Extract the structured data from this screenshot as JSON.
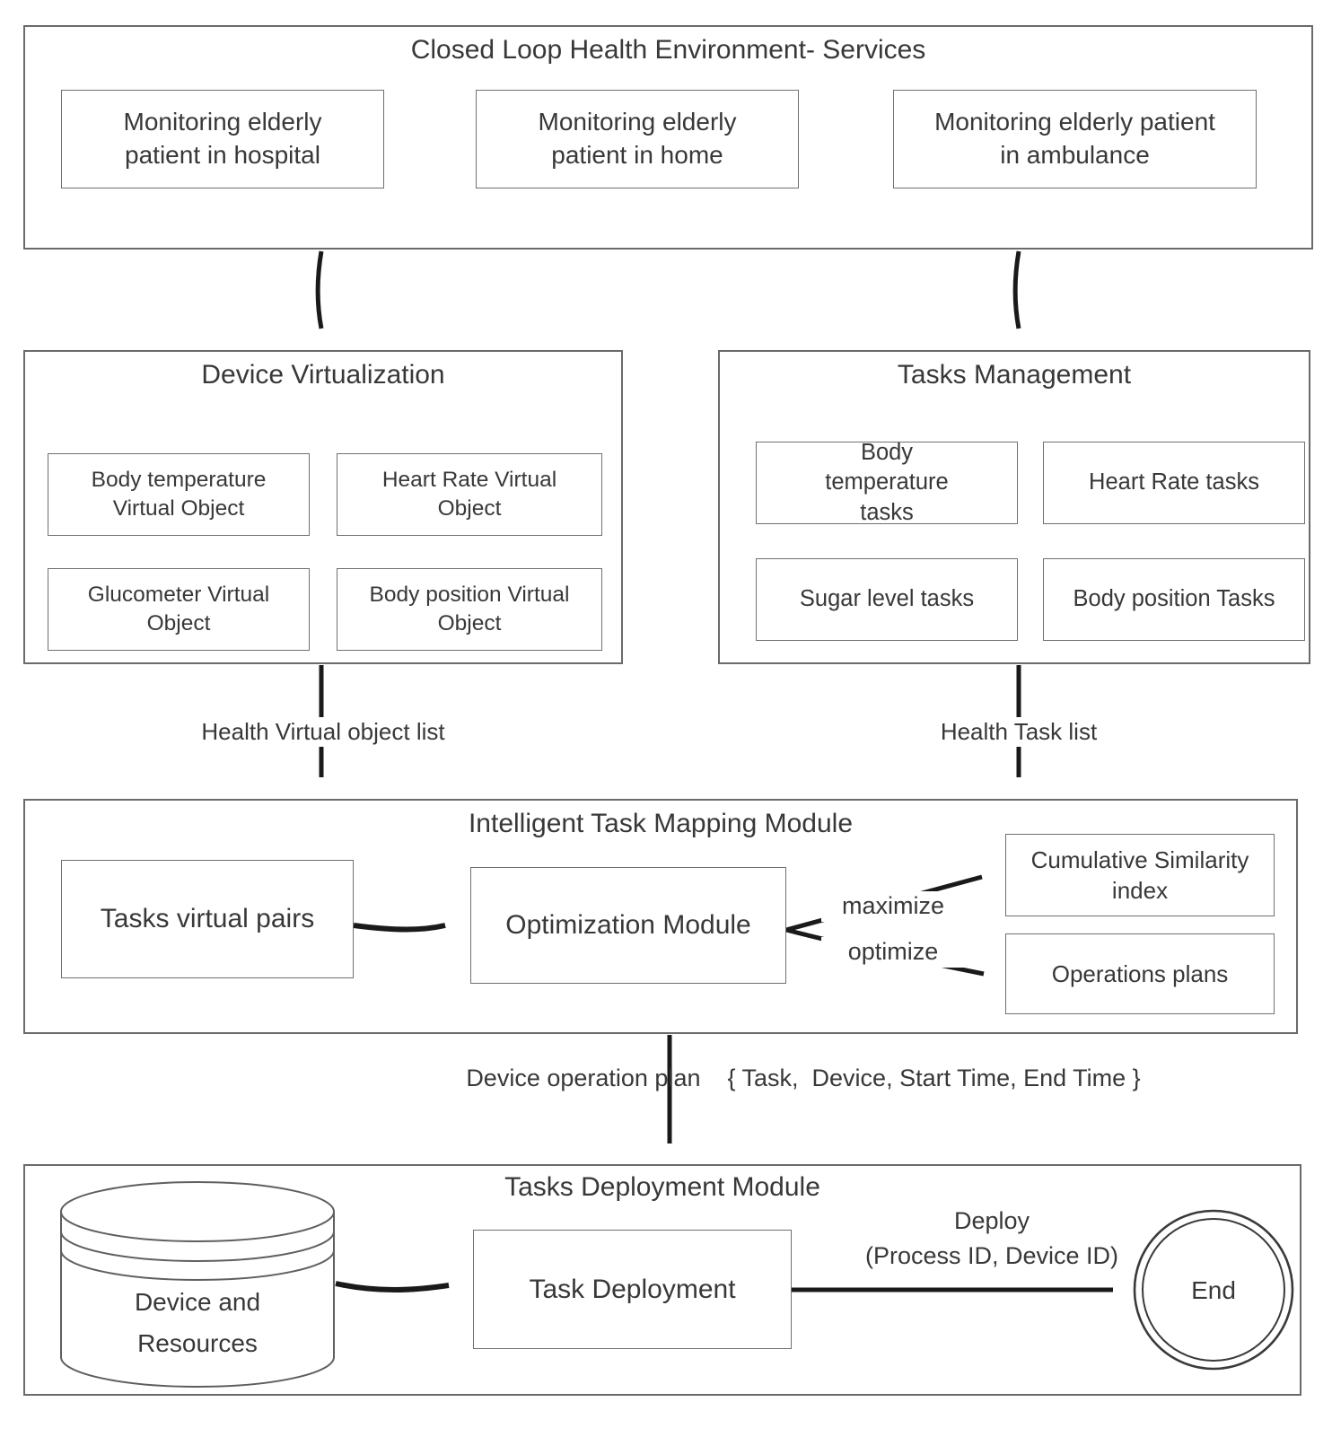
{
  "colors": {
    "background": "#ffffff",
    "arrow_line": "#1a1a1a",
    "box_border": "#6a6a6a",
    "text": "#383838"
  },
  "closed_loop": {
    "title": "Closed Loop Health Environment- Services",
    "services": [
      {
        "label": "Monitoring elderly patient in hospital"
      },
      {
        "label": "Monitoring elderly patient in home"
      },
      {
        "label": "Monitoring elderly patient in ambulance"
      }
    ]
  },
  "device_virtualization": {
    "title": "Device Virtualization",
    "objects": [
      {
        "label": "Body temperature Virtual Object"
      },
      {
        "label": "Heart Rate Virtual Object"
      },
      {
        "label": "Glucometer Virtual Object"
      },
      {
        "label": "Body position Virtual Object"
      }
    ],
    "output_label": "Health Virtual object list"
  },
  "tasks_management": {
    "title": "Tasks Management",
    "tasks": [
      {
        "label": "Body temperature tasks"
      },
      {
        "label": "Heart Rate tasks"
      },
      {
        "label": "Sugar level tasks"
      },
      {
        "label": "Body position Tasks"
      }
    ],
    "output_label": "Health Task list"
  },
  "task_mapping": {
    "title": "Intelligent Task Mapping Module",
    "tasks_virtual_pairs": "Tasks virtual pairs",
    "optimization_module": "Optimization Module",
    "maximize_label": "maximize",
    "optimize_label": "optimize",
    "cumulative_similarity_index": "Cumulative Similarity index",
    "operations_plans": "Operations plans",
    "output_label": "Device operation plan    { Task,  Device, Start Time, End Time }"
  },
  "tasks_deployment": {
    "title": "Tasks Deployment Module",
    "device_resources": "Device and Resources",
    "task_deployment": "Task Deployment",
    "deploy_label": "Deploy",
    "deploy_params": "(Process ID, Device ID)",
    "end_label": "End"
  }
}
